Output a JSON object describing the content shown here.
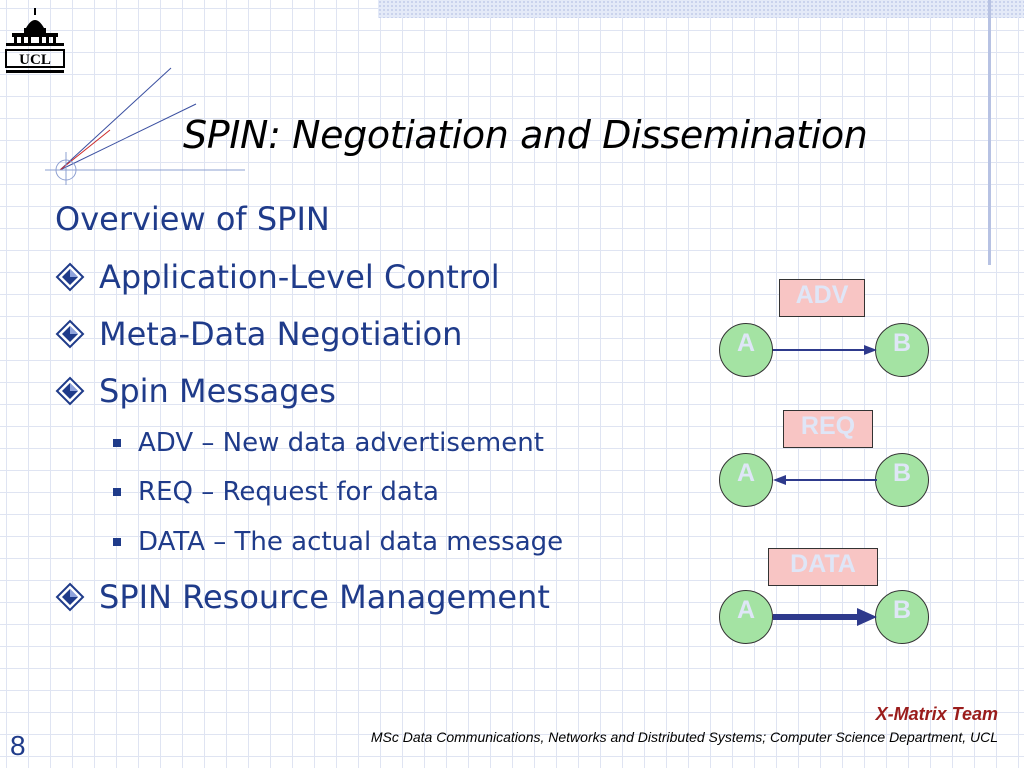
{
  "logo": {
    "text": "UCL"
  },
  "slide": {
    "title": "SPIN: Negotiation and Dissemination",
    "overview": "Overview of SPIN",
    "bullets": [
      {
        "label": "Application-Level Control"
      },
      {
        "label": "Meta-Data Negotiation"
      },
      {
        "label": "Spin Messages"
      },
      {
        "label": "SPIN Resource Management"
      }
    ],
    "sub_bullets": [
      {
        "label": "ADV – New data advertisement"
      },
      {
        "label": "REQ – Request for data"
      },
      {
        "label": "DATA – The actual data message"
      }
    ]
  },
  "diagram": {
    "exchanges": [
      {
        "message": "ADV",
        "from": "A",
        "to": "B",
        "direction": "A-to-B"
      },
      {
        "message": "REQ",
        "from": "A",
        "to": "B",
        "direction": "B-to-A"
      },
      {
        "message": "DATA",
        "from": "A",
        "to": "B",
        "direction": "A-to-B"
      }
    ]
  },
  "footer": {
    "team": "X-Matrix Team",
    "course": "MSc Data Communications, Networks and Distributed Systems; Computer Science Department, UCL",
    "page_number": "8"
  },
  "colors": {
    "text_blue": "#1f3b8a",
    "message_box_fill": "#f8c5c4",
    "node_fill": "#a4e3a3",
    "arrow_navy": "#2e3a8c",
    "team_red": "#9a1c1c"
  },
  "icons": {
    "bullet": "diamond-bullet-icon",
    "sub_bullet": "square-bullet-icon",
    "logo": "ucl-dome-logo"
  }
}
